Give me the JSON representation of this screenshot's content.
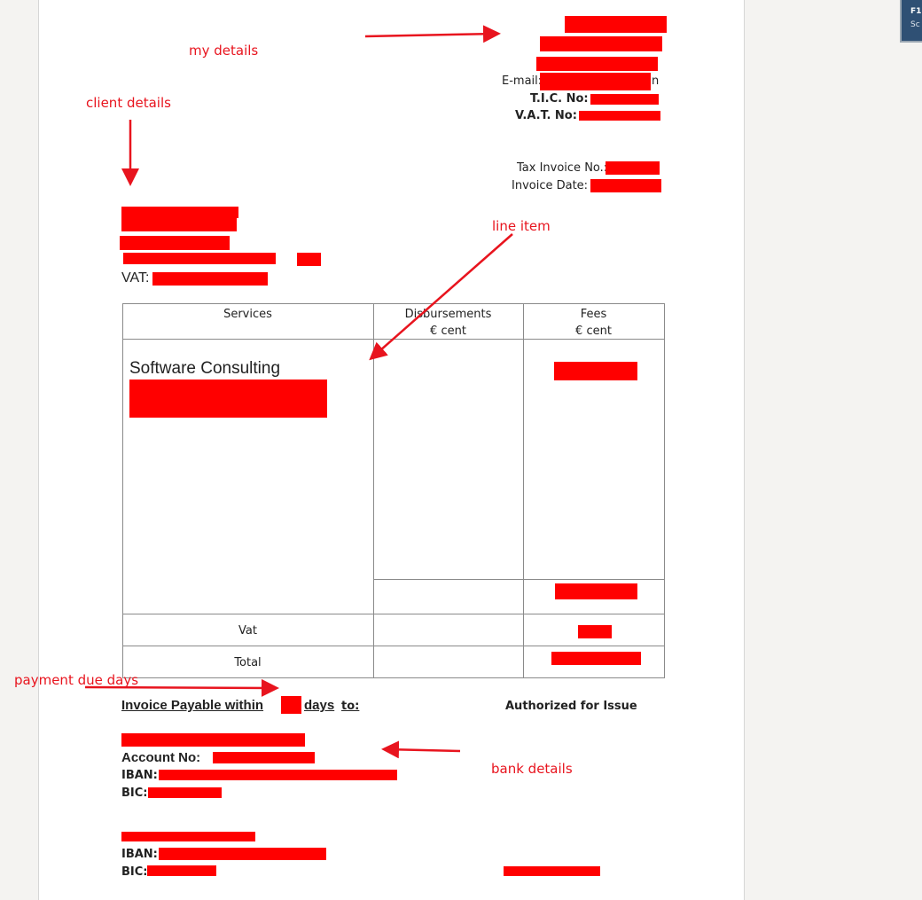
{
  "side_tab": {
    "line1": "F1",
    "line2": "Sc"
  },
  "annotations": {
    "my_details": "my details",
    "client_details": "client details",
    "line_item": "line item",
    "payment_due_days": "payment due days",
    "bank_details": "bank details"
  },
  "sender": {
    "email_label": "E-mail:",
    "email_tail": "n",
    "tic_label": "T.I.C. No:",
    "vat_label": "V.A.T. No:",
    "tax_invoice_label": "Tax Invoice No.:",
    "invoice_date_label": "Invoice Date:"
  },
  "client": {
    "vat_label": "VAT:"
  },
  "table": {
    "col_services": "Services",
    "col_disbursements": "Disbursements",
    "col_disbursements_unit": "€ cent",
    "col_fees": "Fees",
    "col_fees_unit": "€ cent",
    "line_item_title": "Software Consulting",
    "row_vat": "Vat",
    "row_total": "Total"
  },
  "payment": {
    "payable_prefix": "Invoice Payable within",
    "payable_suffix": "days",
    "payable_to": "to:",
    "authorized": "Authorized for Issue",
    "account_label": "Account No:",
    "iban_label": "IBAN:",
    "bic_label": "BIC:",
    "iban2_label": "IBAN:",
    "bic2_label": "BIC:"
  },
  "colors": {
    "annotation": "#e8141e",
    "redaction": "#ff0000",
    "tab": "#2f5074"
  }
}
